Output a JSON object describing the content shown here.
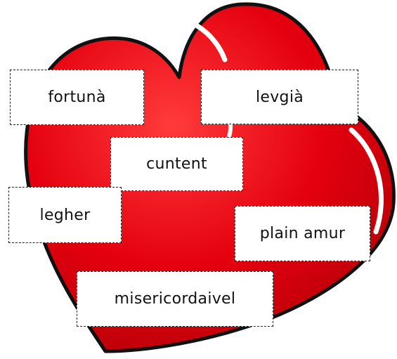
{
  "colors": {
    "heart_fill": "#e4000e",
    "heart_outline": "#111111",
    "highlight": "#ffffff",
    "card_bg": "#ffffff",
    "card_border": "#222222"
  },
  "icons": {
    "heart": "heart-icon"
  },
  "word_cards": [
    {
      "text": "fortunà"
    },
    {
      "text": "levgià"
    },
    {
      "text": "cuntent"
    },
    {
      "text": "legher"
    },
    {
      "text": "plain amur"
    },
    {
      "text": "misericordaivel"
    }
  ]
}
